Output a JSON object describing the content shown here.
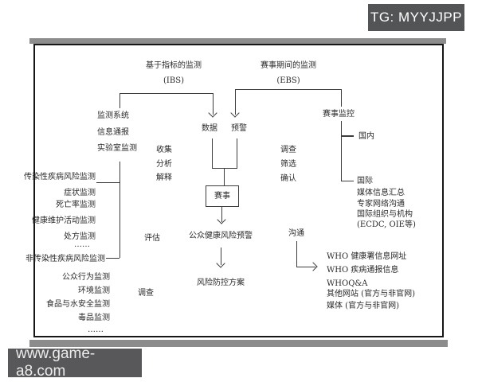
{
  "badge": {
    "text": "TG: MYYJJPP"
  },
  "watermark": {
    "text": "www.game-a8.com"
  },
  "diagram": {
    "ibs": {
      "title": "基于指标的监测",
      "abbr": "(IBS)"
    },
    "ebs": {
      "title": "赛事期间的监测",
      "abbr": "(EBS)"
    },
    "sources": [
      "监测系统",
      "信息通报",
      "实验室监测"
    ],
    "process_steps": [
      "收集",
      "分析",
      "解释"
    ],
    "assess": "评估",
    "investigate": "调查",
    "risk_list": [
      "传染性疾病风险监测",
      "症状监测",
      "死亡率监测",
      "健康维护活动监测",
      "处方监测",
      "……"
    ],
    "noncomm_title": "非传染性疾病风险监测",
    "noncomm_list": [
      "公众行为监测",
      "环境监测",
      "食品与水安全监测",
      "毒品监测",
      "……"
    ],
    "data": "数据",
    "alert": "预警",
    "event": "赛事",
    "public_health_warning": "公众健康风险预警",
    "risk_plan": "风险防控方案",
    "ebs_steps": [
      "调查",
      "筛选",
      "确认"
    ],
    "event_monitoring": "赛事监控",
    "domestic": "国内",
    "international": "国际",
    "intl_list": [
      "媒体信息汇总",
      "专家网络沟通",
      "国际组织与机构",
      "(ECDC, OIE等)"
    ],
    "communicate": "沟通",
    "comm_list": [
      "WHO 健康署信息网址",
      "WHO 疾病通报信息",
      "WHOQ&A",
      "其他网站 (官方与非官网)",
      "媒体 (官方与非官网)"
    ]
  },
  "colors": {
    "badge_bg": "#535456",
    "bar": "#8c8c8c",
    "line": "#3c3c3c",
    "text": "#2a2a2a"
  }
}
